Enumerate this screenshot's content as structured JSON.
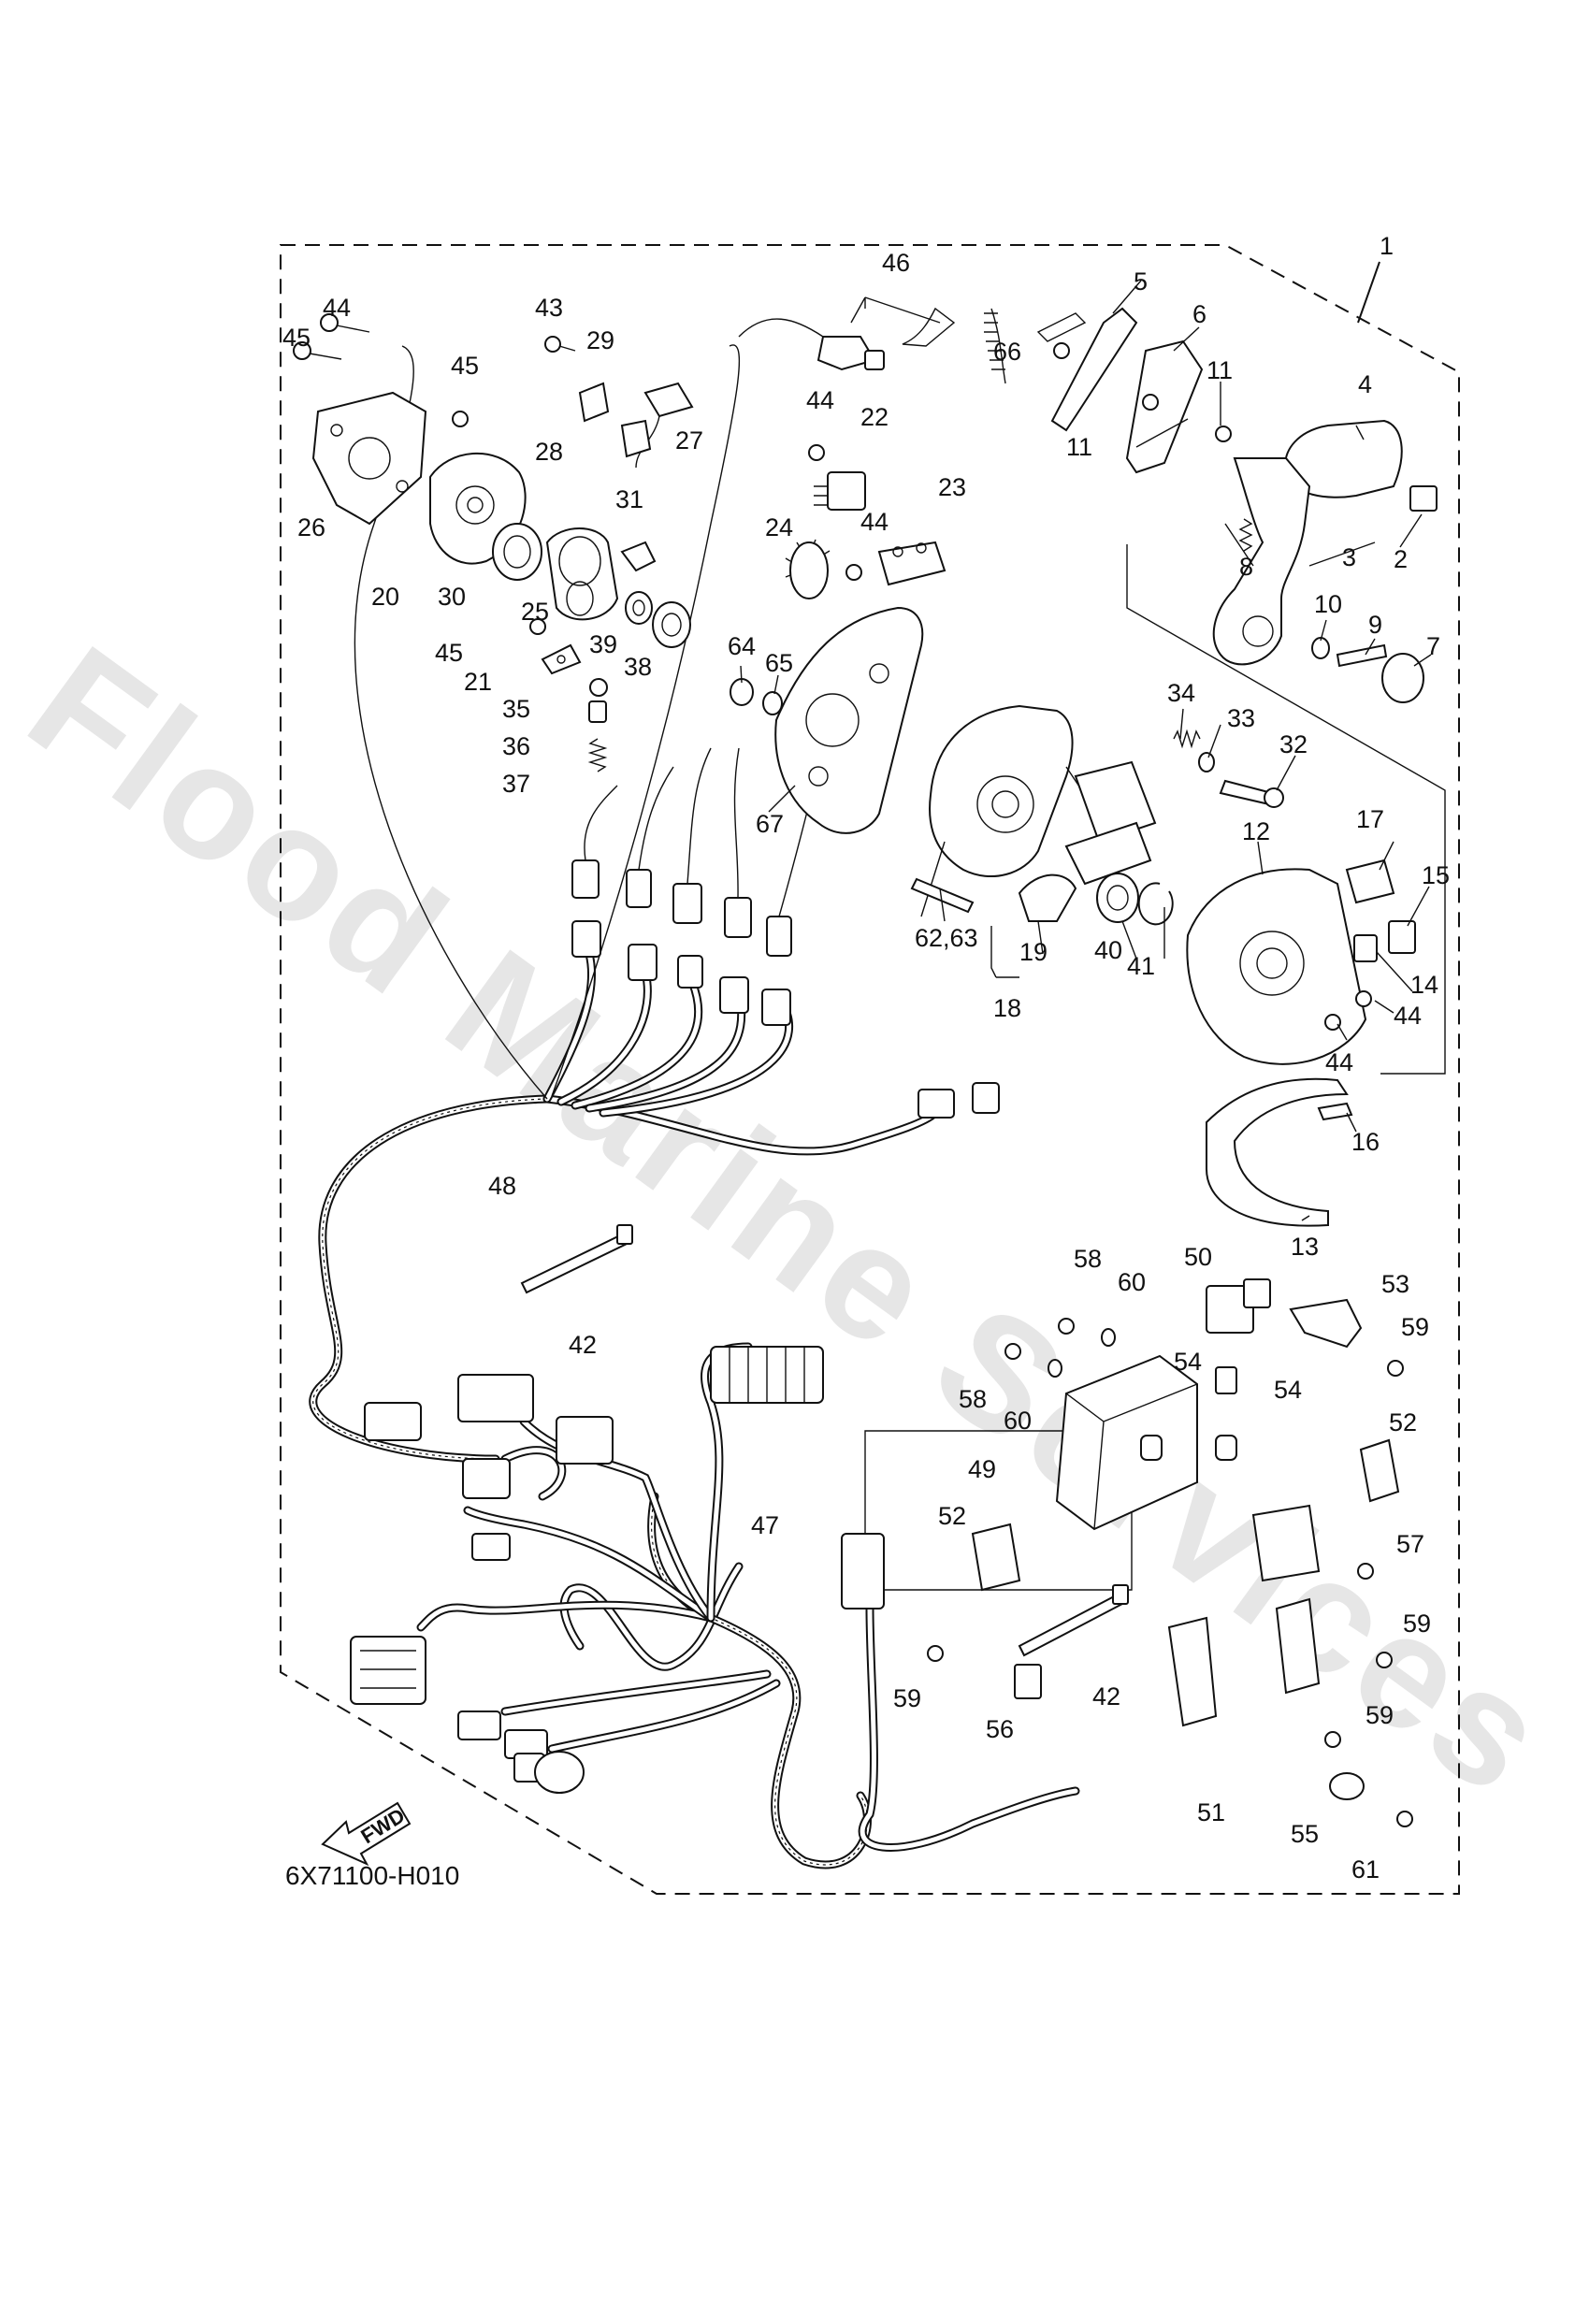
{
  "diagram": {
    "drawing_code": "6X71100-H010",
    "watermark": "Flood Marine Services",
    "fwd_label": "FWD",
    "callouts": [
      {
        "id": "c1",
        "label": "1"
      },
      {
        "id": "c2",
        "label": "2"
      },
      {
        "id": "c3",
        "label": "3"
      },
      {
        "id": "c4",
        "label": "4"
      },
      {
        "id": "c5",
        "label": "5"
      },
      {
        "id": "c6",
        "label": "6"
      },
      {
        "id": "c7",
        "label": "7"
      },
      {
        "id": "c8",
        "label": "8"
      },
      {
        "id": "c9",
        "label": "9"
      },
      {
        "id": "c10",
        "label": "10"
      },
      {
        "id": "c11a",
        "label": "11"
      },
      {
        "id": "c11b",
        "label": "11"
      },
      {
        "id": "c12",
        "label": "12"
      },
      {
        "id": "c13",
        "label": "13"
      },
      {
        "id": "c14",
        "label": "14"
      },
      {
        "id": "c15",
        "label": "15"
      },
      {
        "id": "c16",
        "label": "16"
      },
      {
        "id": "c17",
        "label": "17"
      },
      {
        "id": "c18",
        "label": "18"
      },
      {
        "id": "c19",
        "label": "19"
      },
      {
        "id": "c20",
        "label": "20"
      },
      {
        "id": "c21",
        "label": "21"
      },
      {
        "id": "c22",
        "label": "22"
      },
      {
        "id": "c23",
        "label": "23"
      },
      {
        "id": "c24",
        "label": "24"
      },
      {
        "id": "c25",
        "label": "25"
      },
      {
        "id": "c26",
        "label": "26"
      },
      {
        "id": "c27",
        "label": "27"
      },
      {
        "id": "c28",
        "label": "28"
      },
      {
        "id": "c29",
        "label": "29"
      },
      {
        "id": "c30",
        "label": "30"
      },
      {
        "id": "c31",
        "label": "31"
      },
      {
        "id": "c32",
        "label": "32"
      },
      {
        "id": "c33",
        "label": "33"
      },
      {
        "id": "c34",
        "label": "34"
      },
      {
        "id": "c35",
        "label": "35"
      },
      {
        "id": "c36",
        "label": "36"
      },
      {
        "id": "c37",
        "label": "37"
      },
      {
        "id": "c38",
        "label": "38"
      },
      {
        "id": "c39",
        "label": "39"
      },
      {
        "id": "c40",
        "label": "40"
      },
      {
        "id": "c41",
        "label": "41"
      },
      {
        "id": "c42a",
        "label": "42"
      },
      {
        "id": "c42b",
        "label": "42"
      },
      {
        "id": "c43",
        "label": "43"
      },
      {
        "id": "c44a",
        "label": "44"
      },
      {
        "id": "c44b",
        "label": "44"
      },
      {
        "id": "c44c",
        "label": "44"
      },
      {
        "id": "c44d",
        "label": "44"
      },
      {
        "id": "c44e",
        "label": "44"
      },
      {
        "id": "c45a",
        "label": "45"
      },
      {
        "id": "c45b",
        "label": "45"
      },
      {
        "id": "c45c",
        "label": "45"
      },
      {
        "id": "c46",
        "label": "46"
      },
      {
        "id": "c47",
        "label": "47"
      },
      {
        "id": "c48",
        "label": "48"
      },
      {
        "id": "c49",
        "label": "49"
      },
      {
        "id": "c50",
        "label": "50"
      },
      {
        "id": "c51",
        "label": "51"
      },
      {
        "id": "c52a",
        "label": "52"
      },
      {
        "id": "c52b",
        "label": "52"
      },
      {
        "id": "c53",
        "label": "53"
      },
      {
        "id": "c54a",
        "label": "54"
      },
      {
        "id": "c54b",
        "label": "54"
      },
      {
        "id": "c55",
        "label": "55"
      },
      {
        "id": "c56",
        "label": "56"
      },
      {
        "id": "c57",
        "label": "57"
      },
      {
        "id": "c58a",
        "label": "58"
      },
      {
        "id": "c58b",
        "label": "58"
      },
      {
        "id": "c59a",
        "label": "59"
      },
      {
        "id": "c59b",
        "label": "59"
      },
      {
        "id": "c59c",
        "label": "59"
      },
      {
        "id": "c59d",
        "label": "59"
      },
      {
        "id": "c60a",
        "label": "60"
      },
      {
        "id": "c60b",
        "label": "60"
      },
      {
        "id": "c61",
        "label": "61"
      },
      {
        "id": "c6263",
        "label": "62,63"
      },
      {
        "id": "c64",
        "label": "64"
      },
      {
        "id": "c65",
        "label": "65"
      },
      {
        "id": "c66",
        "label": "66"
      },
      {
        "id": "c67",
        "label": "67"
      }
    ]
  }
}
